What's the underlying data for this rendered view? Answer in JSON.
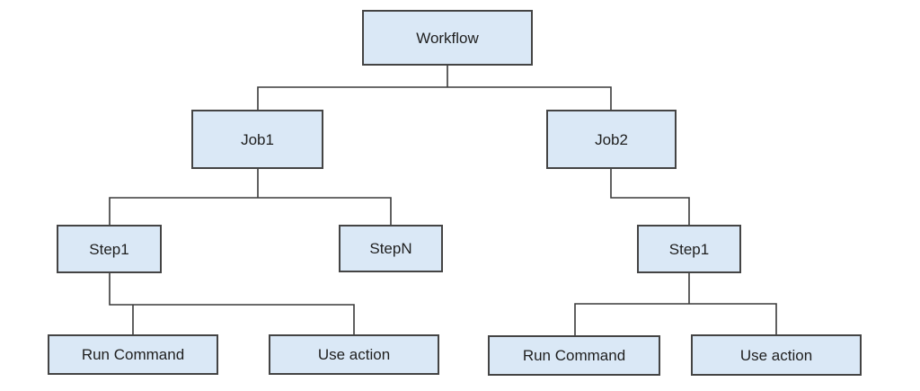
{
  "diagram": {
    "type": "tree",
    "nodes": [
      {
        "id": "workflow",
        "label": "Workflow"
      },
      {
        "id": "job1",
        "label": "Job1"
      },
      {
        "id": "job2",
        "label": "Job2"
      },
      {
        "id": "step1-left",
        "label": "Step1"
      },
      {
        "id": "stepn",
        "label": "StepN"
      },
      {
        "id": "step1-right",
        "label": "Step1"
      },
      {
        "id": "run-command-left",
        "label": "Run Command"
      },
      {
        "id": "use-action-left",
        "label": "Use action"
      },
      {
        "id": "run-command-right",
        "label": "Run Command"
      },
      {
        "id": "use-action-right",
        "label": "Use action"
      }
    ],
    "edges": [
      {
        "from": "workflow",
        "to": "job1"
      },
      {
        "from": "workflow",
        "to": "job2"
      },
      {
        "from": "job1",
        "to": "step1-left"
      },
      {
        "from": "job1",
        "to": "stepn"
      },
      {
        "from": "job2",
        "to": "step1-right"
      },
      {
        "from": "step1-left",
        "to": "run-command-left"
      },
      {
        "from": "step1-left",
        "to": "use-action-left"
      },
      {
        "from": "step1-right",
        "to": "run-command-right"
      },
      {
        "from": "step1-right",
        "to": "use-action-right"
      }
    ]
  },
  "colors": {
    "background": "#ffffff",
    "node_fill": "#dae8f6",
    "node_border": "#444444",
    "connector": "#3a3a3a",
    "text": "#1f1f1f"
  }
}
